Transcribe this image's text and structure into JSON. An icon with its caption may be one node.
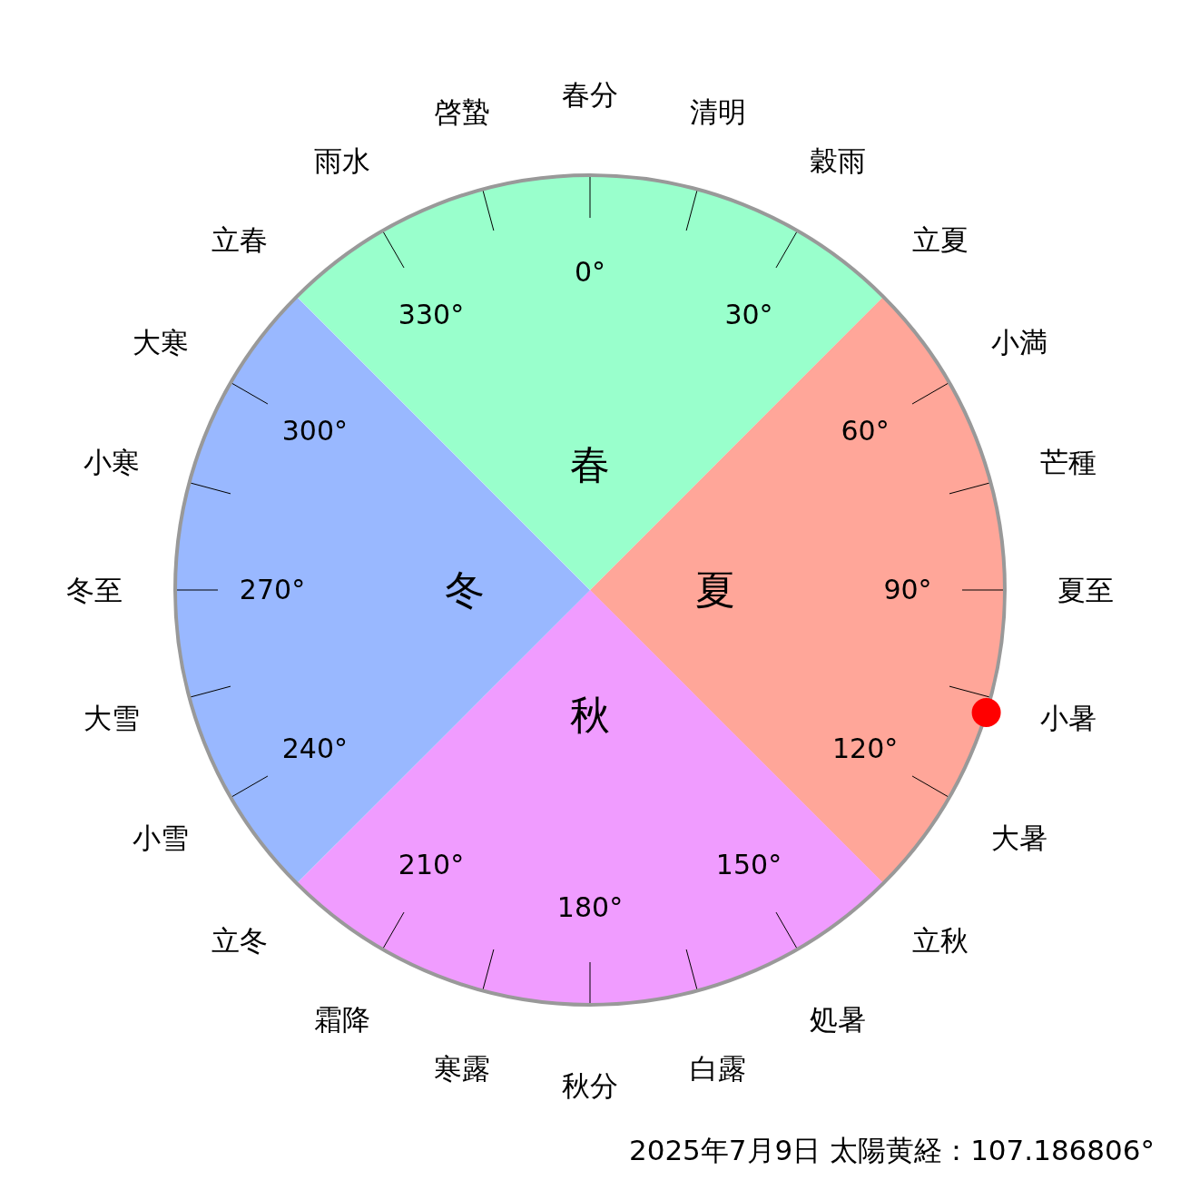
{
  "diagram": {
    "nodes": [
      {
        "text": [
          "春"
        ]
      },
      {
        "text": [
          "夏"
        ]
      },
      {
        "text": [
          "秋"
        ]
      },
      {
        "text": [
          "冬"
        ]
      }
    ],
    "labels": [
      "春分",
      "清明",
      "穀雨",
      "立夏",
      "小満",
      "芒種",
      "夏至",
      "小暑",
      "大暑",
      "立秋",
      "処暑",
      "白露",
      "秋分",
      "寒露",
      "霜降",
      "立冬",
      "小雪",
      "大雪",
      "冬至",
      "小寒",
      "大寒",
      "立春",
      "雨水",
      "啓蟄",
      "0°",
      "30°",
      "60°",
      "90°",
      "120°",
      "150°",
      "180°",
      "210°",
      "240°",
      "270°",
      "300°",
      "330°",
      "2025年7月9日 太陽黄経：107.186806°"
    ]
  }
}
